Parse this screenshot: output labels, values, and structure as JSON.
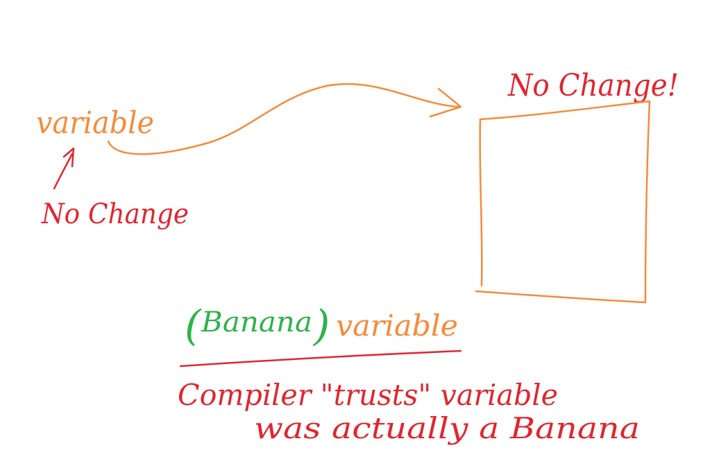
{
  "colors": {
    "orange": "#f58b3a",
    "red": "#e0262f",
    "green": "#2fb24a",
    "background": "#ffffff"
  },
  "labels": {
    "variable": "variable",
    "no_change_left": "No Change",
    "no_change_right": "No Change!",
    "cast_open_paren": "(",
    "cast_type": "Banana",
    "cast_close_paren": ")",
    "cast_variable": "variable",
    "compiler_line1": "Compiler \"trusts\" variable",
    "compiler_line2": "was actually a Banana"
  }
}
